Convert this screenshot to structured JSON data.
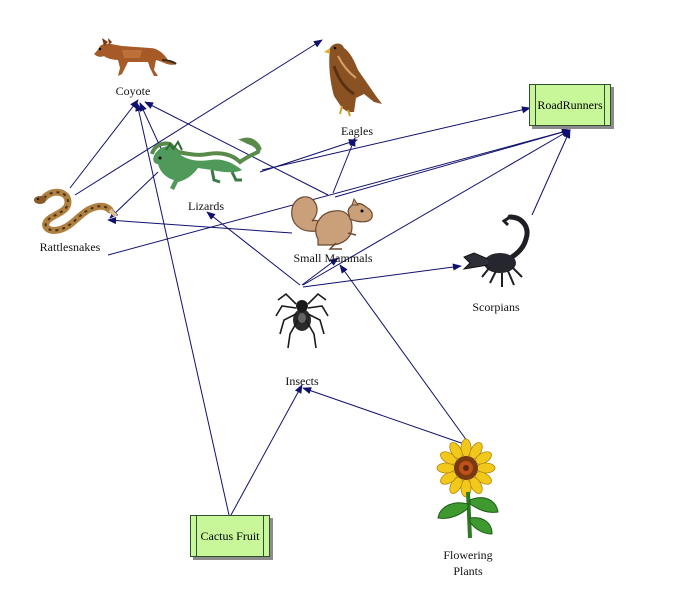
{
  "nodes": {
    "coyote": "Coyote",
    "eagles": "Eagles",
    "roadrunners": "RoadRunners",
    "lizards": "Lizards",
    "rattlesnakes": "Rattlesnakes",
    "small_mammals": "Small Mammals",
    "scorpians": "Scorpians",
    "insects": "Insects",
    "cactus_fruit": "Cactus Fruit",
    "flowering_plants_line1": "Flowering",
    "flowering_plants_line2": "Plants"
  },
  "colors": {
    "arrow": "#10106e",
    "box_fill": "#c8f79a"
  },
  "icons": [
    "coyote-icon",
    "eagle-icon",
    "lizard-icon",
    "rattlesnake-icon",
    "squirrel-icon",
    "scorpion-icon",
    "spider-icon",
    "sunflower-icon"
  ]
}
